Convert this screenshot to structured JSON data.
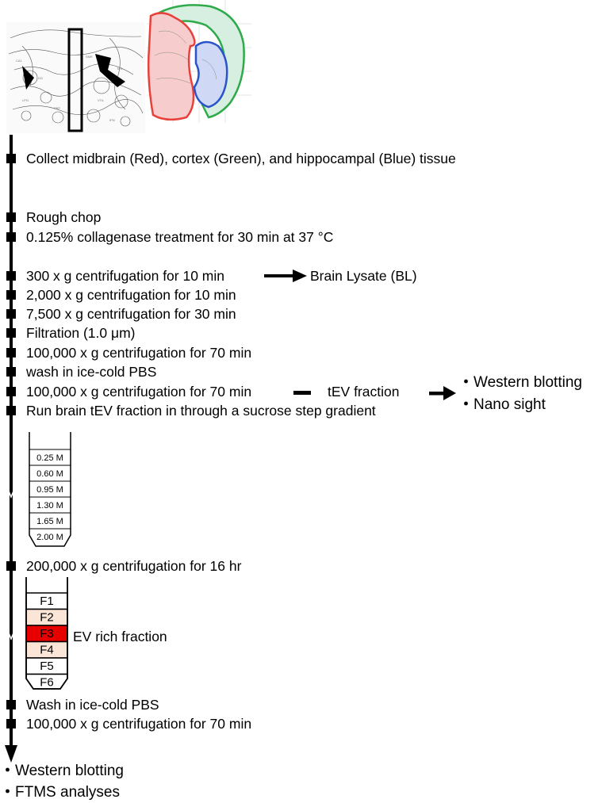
{
  "steps": [
    "Collect midbrain (Red), cortex (Green), and hippocampal (Blue) tissue",
    "Rough chop",
    "0.125% collagenase treatment for 30 min at 37 °C",
    "300 x g centrifugation for 10 min",
    "2,000 x g centrifugation for 10 min",
    "7,500 x g centrifugation for 30 min",
    "Filtration (1.0 μm)",
    "100,000 x g centrifugation for 70 min",
    "wash in ice-cold PBS",
    "100,000 x g centrifugation for 70 min",
    "Run brain tEV fraction in through a sucrose step gradient",
    "200,000 x g centrifugation for 16 hr",
    "Wash in ice-cold PBS",
    "100,000 x g centrifugation for 70 min"
  ],
  "side_outputs": {
    "brain_lysate": "Brain Lysate (BL)",
    "tev_fraction": "tEV fraction",
    "tev_analyses": [
      "Western blotting",
      "Nano sight"
    ]
  },
  "sucrose_gradient": [
    "0.25 M",
    "0.60 M",
    "0.95 M",
    "1.30 M",
    "1.65 M",
    "2.00 M"
  ],
  "fractions": [
    {
      "label": "F1",
      "color": "#ffffff"
    },
    {
      "label": "F2",
      "color": "#fbe5d6"
    },
    {
      "label": "F3",
      "color": "#e60000"
    },
    {
      "label": "F4",
      "color": "#fbe5d6"
    },
    {
      "label": "F5",
      "color": "#ffffff"
    },
    {
      "label": "F6",
      "color": "#ffffff"
    }
  ],
  "ev_rich_label": "EV rich fraction",
  "final_analyses": [
    "Western blotting",
    "FTMS analyses"
  ],
  "bullet_glyph": "・",
  "region_colors": {
    "midbrain": "#e8413c",
    "cortex": "#2eaa4a",
    "hippocampus": "#2a54c8"
  }
}
